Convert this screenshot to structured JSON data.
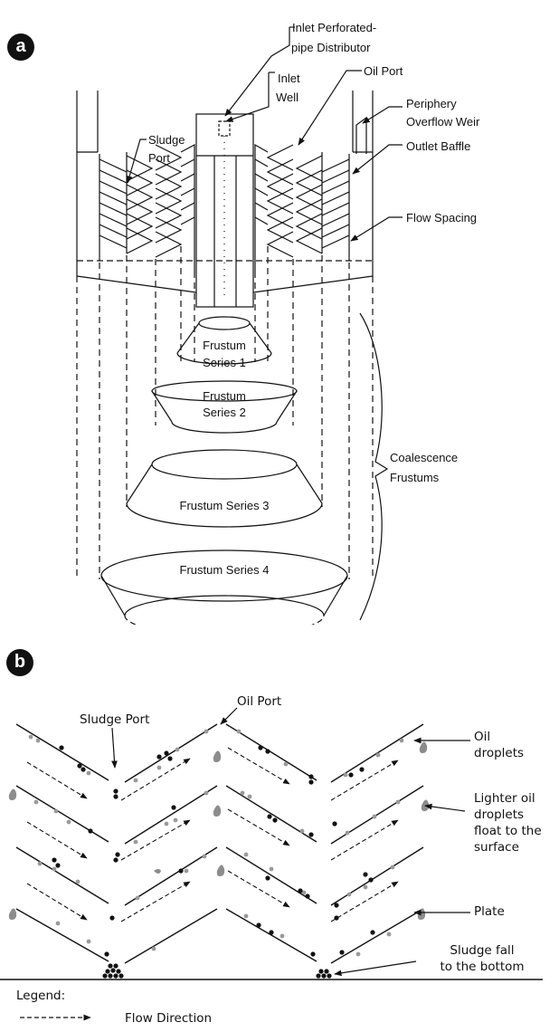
{
  "panel_a": {
    "badge": "a",
    "labels": {
      "inlet_distributor_1": "Inlet Perforated-",
      "inlet_distributor_2": "pipe Distributor",
      "inlet_well_1": "Inlet",
      "inlet_well_2": "Well",
      "oil_port": "Oil Port",
      "periphery_1": "Periphery",
      "periphery_2": "Overflow Weir",
      "outlet_baffle": "Outlet Baffle",
      "sludge_port_1": "Sludge",
      "sludge_port_2": "Port",
      "flow_spacing": "Flow Spacing",
      "coalescence_1": "Coalescence",
      "coalescence_2": "Frustums",
      "frustum1_1": "Frustum",
      "frustum1_2": "Series 1",
      "frustum2_1": "Frustum",
      "frustum2_2": "Series 2",
      "frustum3": "Frustum Series 3",
      "frustum4": "Frustum Series 4"
    }
  },
  "panel_b": {
    "badge": "b",
    "labels": {
      "oil_port": "Oil Port",
      "sludge_port": "Sludge Port",
      "oil_droplets_1": "Oil",
      "oil_droplets_2": "droplets",
      "lighter_1": "Lighter oil",
      "lighter_2": "droplets",
      "lighter_3": "float to the",
      "lighter_4": "surface",
      "plate": "Plate",
      "sludge_fall_1": "Sludge fall",
      "sludge_fall_2": "to the bottom",
      "legend_title": "Legend:",
      "legend_flow": "Flow Direction"
    }
  },
  "colors": {
    "ink": "#111111",
    "grey_droplet": "#9a9a9a"
  }
}
